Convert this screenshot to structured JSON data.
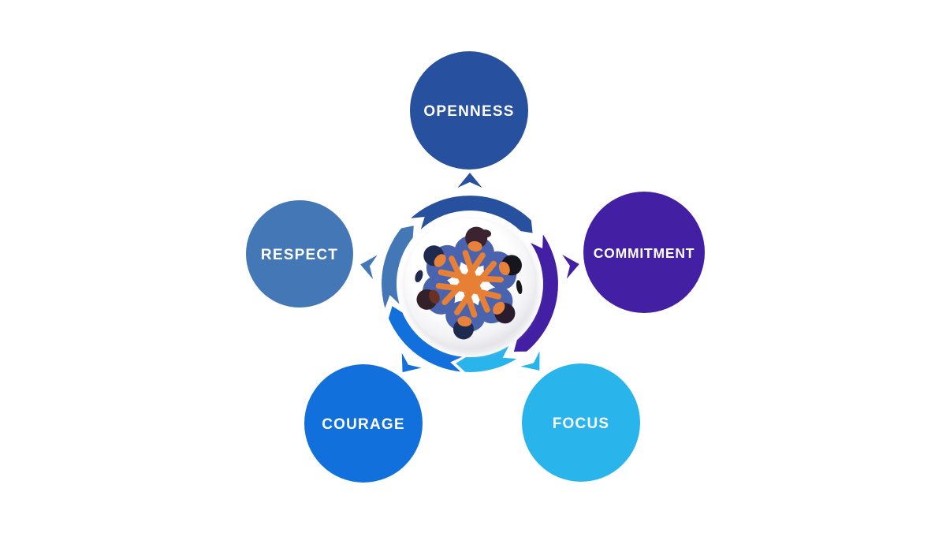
{
  "page": {
    "background": "#ffffff",
    "description": "Five Scrum values arranged in a circle around a teamwork huddle illustration with a segmented cyclic arrow ring"
  },
  "values": [
    {
      "id": "openness",
      "label": "OPENNESS",
      "color": "#27509e"
    },
    {
      "id": "commitment",
      "label": "COMMITMENT",
      "color": "#431fa3"
    },
    {
      "id": "focus",
      "label": "FOCUS",
      "color": "#29b4eb"
    },
    {
      "id": "courage",
      "label": "COURAGE",
      "color": "#1170dc"
    },
    {
      "id": "respect",
      "label": "RESPECT",
      "color": "#4477b5"
    }
  ],
  "center": {
    "icon": "teamwork-huddle-icon",
    "plate_color": "#ffffff",
    "plate_rim_color": "#d9d9de",
    "body_color": "#4a63ae",
    "arm_color": "#e77f35",
    "knot_color": "#e77f35",
    "people": [
      {
        "skin": "#e8813a",
        "hair": "#1e2a4e"
      },
      {
        "skin": "#e8813a",
        "hair": "#3b2330"
      },
      {
        "skin": "#e8813a",
        "hair": "#16161f"
      },
      {
        "skin": "#e8813a",
        "hair": "#2b1b2e"
      },
      {
        "skin": "#e8813a",
        "hair": "#1e2a4e"
      },
      {
        "skin": "#6b3024",
        "hair": "#33202a"
      }
    ]
  }
}
